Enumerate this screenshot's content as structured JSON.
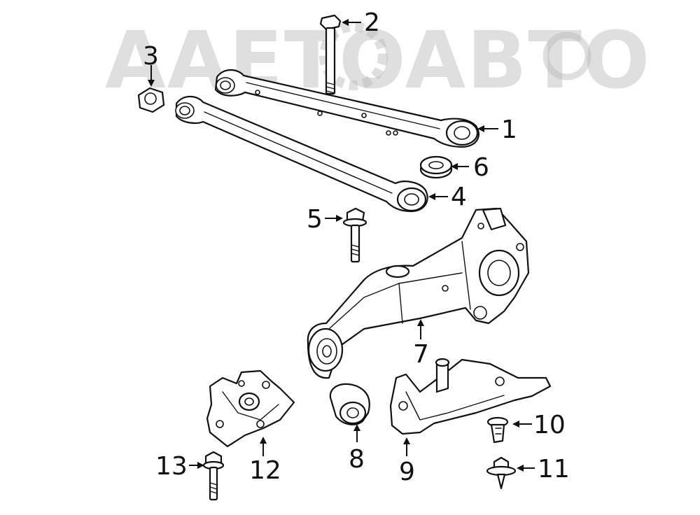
{
  "watermark": {
    "text": "AAETOABTO"
  },
  "parts": [
    {
      "id": "p1",
      "label": "1"
    },
    {
      "id": "p2",
      "label": "2"
    },
    {
      "id": "p3",
      "label": "3"
    },
    {
      "id": "p4",
      "label": "4"
    },
    {
      "id": "p5",
      "label": "5"
    },
    {
      "id": "p6",
      "label": "6"
    },
    {
      "id": "p7",
      "label": "7"
    },
    {
      "id": "p8",
      "label": "8"
    },
    {
      "id": "p9",
      "label": "9"
    },
    {
      "id": "p10",
      "label": "10"
    },
    {
      "id": "p11",
      "label": "11"
    },
    {
      "id": "p12",
      "label": "12"
    },
    {
      "id": "p13",
      "label": "13"
    }
  ],
  "colors": {
    "line": "#111111",
    "watermark": "#b9b9b9",
    "background": "#ffffff"
  }
}
